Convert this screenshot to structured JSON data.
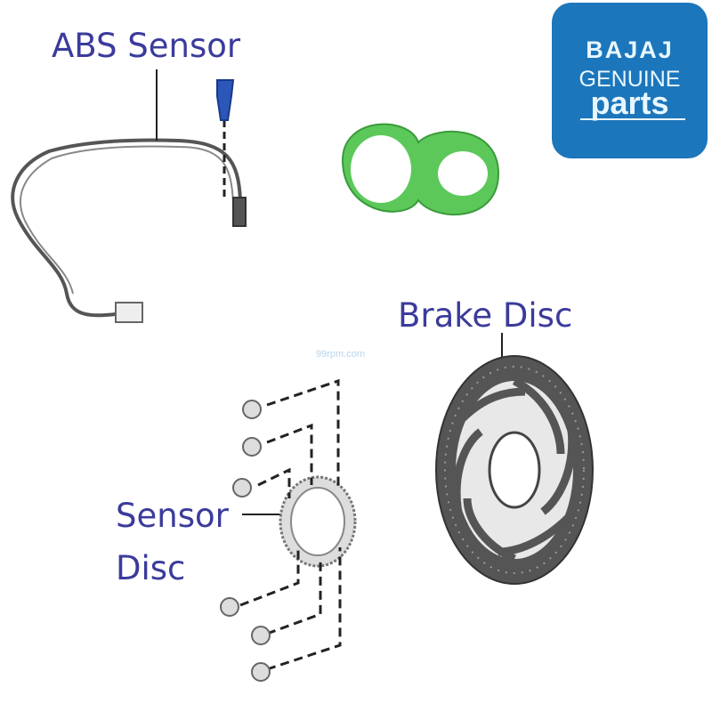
{
  "labels": {
    "abs_sensor": "ABS Sensor",
    "brake_disc": "Brake Disc",
    "sensor_disc_line1": "Sensor",
    "sensor_disc_line2": "Disc"
  },
  "logo": {
    "brand": "BAJAJ",
    "line2": "GENUINE",
    "line3": "parts",
    "color": "#1c76bb"
  },
  "watermark": "99rpm.com",
  "colors": {
    "label": "#3b3b9c",
    "gasket": "#5cc85a",
    "bolt": "#2a57b8"
  }
}
